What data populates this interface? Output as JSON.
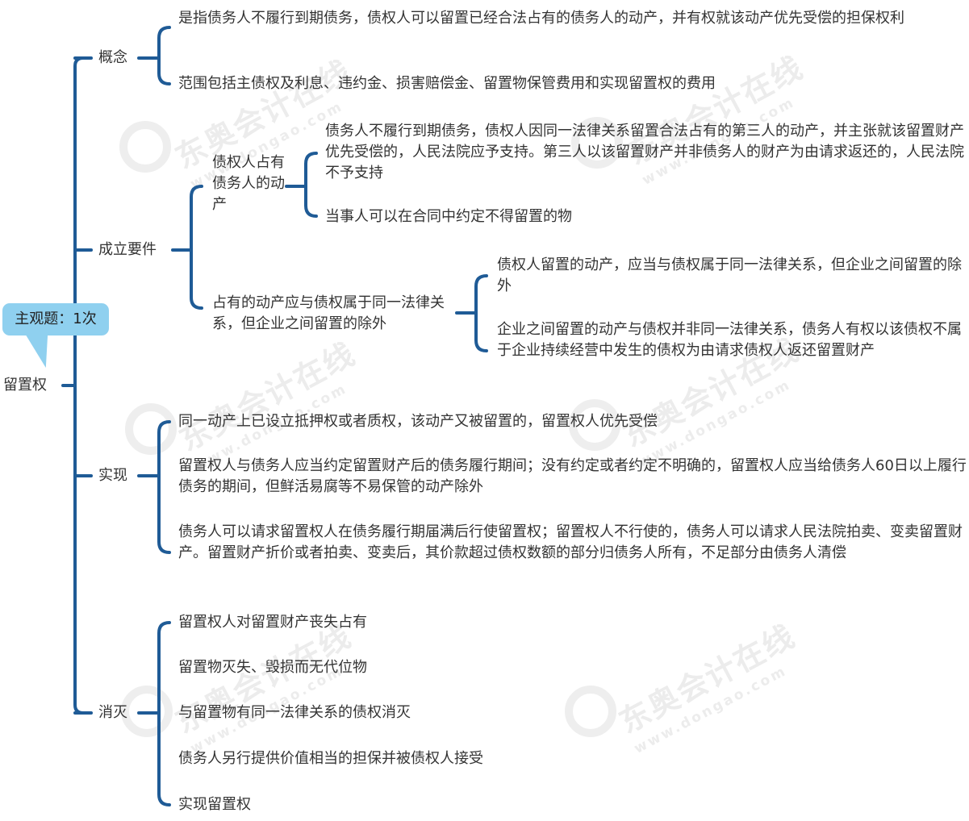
{
  "root": "留置权",
  "callout": "主观题：1次",
  "watermark": {
    "brand": "东奥会计在线",
    "url": "www.dongao.com"
  },
  "branches": {
    "concept": {
      "label": "概念",
      "items": [
        "是指债务人不履行到期债务，债权人可以留置已经合法占有的债务人的动产，并有权就该动产优先受偿的担保权利",
        "范围包括主债权及利息、违约金、损害赔偿金、留置物保管费用和实现留置权的费用"
      ]
    },
    "requirements": {
      "label": "成立要件",
      "sub1": {
        "label": "债权人占有债务人的动产",
        "items": [
          "债务人不履行到期债务，债权人因同一法律关系留置合法占有的第三人的动产，并主张就该留置财产优先受偿的，人民法院应予支持。第三人以该留置财产并非债务人的财产为由请求返还的，人民法院不予支持",
          "当事人可以在合同中约定不得留置的物"
        ]
      },
      "sub2": {
        "label": "占有的动产应与债权属于同一法律关系，但企业之间留置的除外",
        "items": [
          "债权人留置的动产，应当与债权属于同一法律关系，但企业之间留置的除外",
          "企业之间留置的动产与债权并非同一法律关系，债务人有权以该债权不属于企业持续经营中发生的债权为由请求债权人返还留置财产"
        ]
      }
    },
    "realization": {
      "label": "实现",
      "items": [
        "同一动产上已设立抵押权或者质权，该动产又被留置的，留置权人优先受偿",
        "留置权人与债务人应当约定留置财产后的债务履行期间；没有约定或者约定不明确的，留置权人应当给债务人60日以上履行债务的期间，但鲜活易腐等不易保管的动产除外",
        "债务人可以请求留置权人在债务履行期届满后行使留置权；留置权人不行使的，债务人可以请求人民法院拍卖、变卖留置财产。留置财产折价或者拍卖、变卖后，其价款超过债权数额的部分归债务人所有，不足部分由债务人清偿"
      ]
    },
    "extinction": {
      "label": "消灭",
      "items": [
        "留置权人对留置财产丧失占有",
        "留置物灭失、毁损而无代位物",
        "与留置物有同一法律关系的债权消灭",
        "债务人另行提供价值相当的担保并被债权人接受",
        "实现留置权"
      ]
    }
  },
  "colors": {
    "line": "#1f5b96",
    "callout": "#8fd0ef",
    "text": "#333333"
  }
}
